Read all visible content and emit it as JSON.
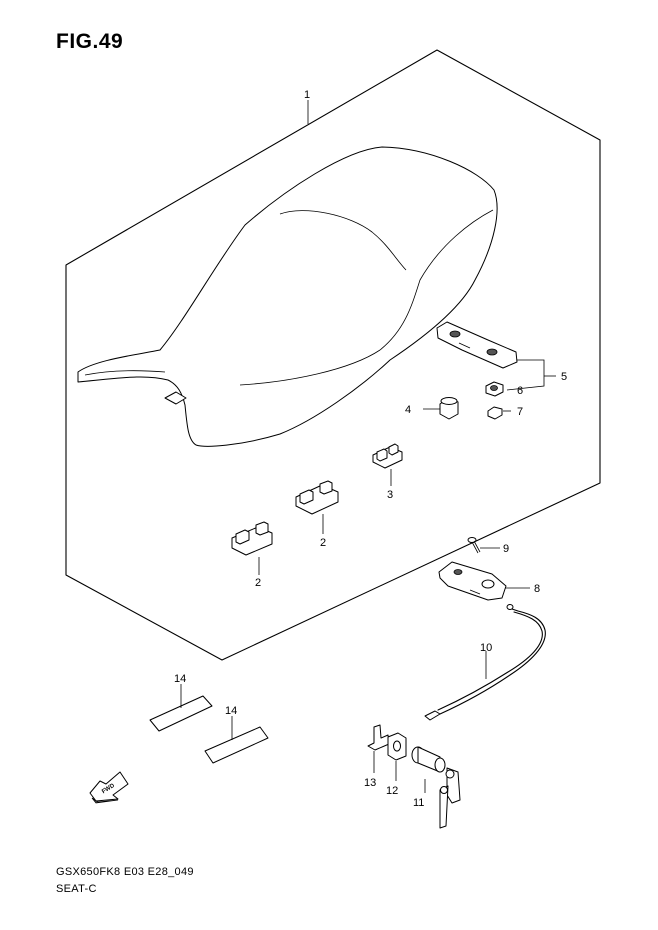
{
  "figure": {
    "title": "FIG.49"
  },
  "footer": {
    "model": "GSX650FK8 E03 E28_049",
    "name": "SEAT-C"
  },
  "callouts": [
    {
      "id": "p1",
      "label": "1"
    },
    {
      "id": "p2a",
      "label": "2"
    },
    {
      "id": "p2b",
      "label": "2"
    },
    {
      "id": "p3",
      "label": "3"
    },
    {
      "id": "p4",
      "label": "4"
    },
    {
      "id": "p5",
      "label": "5"
    },
    {
      "id": "p6",
      "label": "6"
    },
    {
      "id": "p7",
      "label": "7"
    },
    {
      "id": "p8",
      "label": "8"
    },
    {
      "id": "p9",
      "label": "9"
    },
    {
      "id": "p10",
      "label": "10"
    },
    {
      "id": "p11",
      "label": "11"
    },
    {
      "id": "p12",
      "label": "12"
    },
    {
      "id": "p13",
      "label": "13"
    },
    {
      "id": "p14a",
      "label": "14"
    },
    {
      "id": "p14b",
      "label": "14"
    }
  ],
  "fwd_label": "FWD"
}
